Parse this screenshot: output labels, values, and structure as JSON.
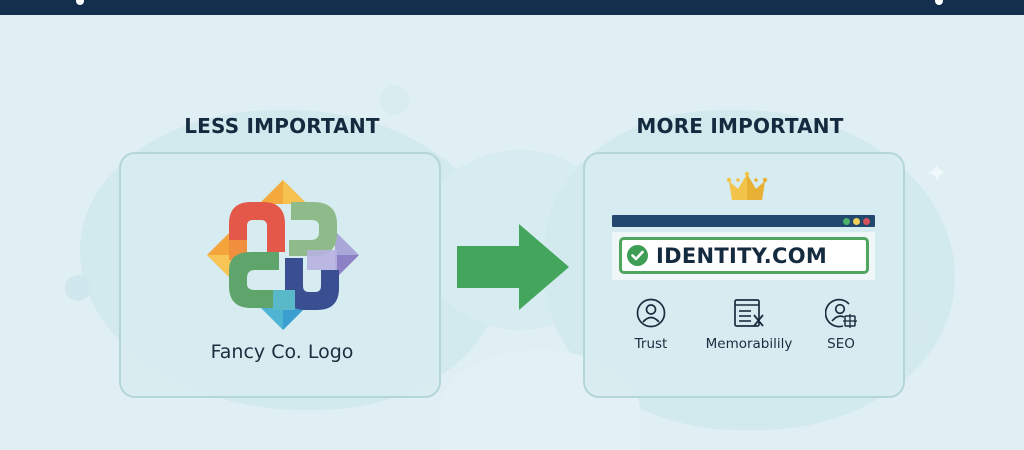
{
  "colors": {
    "background": "#e0eff4",
    "banner": "#142f4d",
    "heading_text": "#142a3e",
    "panel_border": "#b5d6d9",
    "arrow_green": "#44a55c",
    "browser_bar": "#22486e",
    "url_border": "#4fa560",
    "check_green": "#3e9e55",
    "crown_gold": "#f1c14a",
    "dot_green": "#4caf6a",
    "dot_yellow": "#f0cf5a",
    "dot_red": "#d8505a"
  },
  "left": {
    "heading": "LESS IMPORTANT",
    "caption": "Fancy Co. Logo",
    "icon": "multicolor-knot-logo"
  },
  "arrow": {
    "icon": "right-arrow-icon",
    "direction": "right"
  },
  "right": {
    "heading": "MORE IMPORTANT",
    "crown_icon": "crown-icon",
    "browser": {
      "window_dots": [
        "green",
        "yellow",
        "red"
      ],
      "url": "IDENTITY.COM",
      "status_icon": "check-circle-icon"
    },
    "benefits": [
      {
        "label": "Trust",
        "icon": "user-circle-icon"
      },
      {
        "label": "Memorabilily",
        "icon": "document-x-icon"
      },
      {
        "label": "SEO",
        "icon": "user-gear-icon"
      }
    ]
  }
}
